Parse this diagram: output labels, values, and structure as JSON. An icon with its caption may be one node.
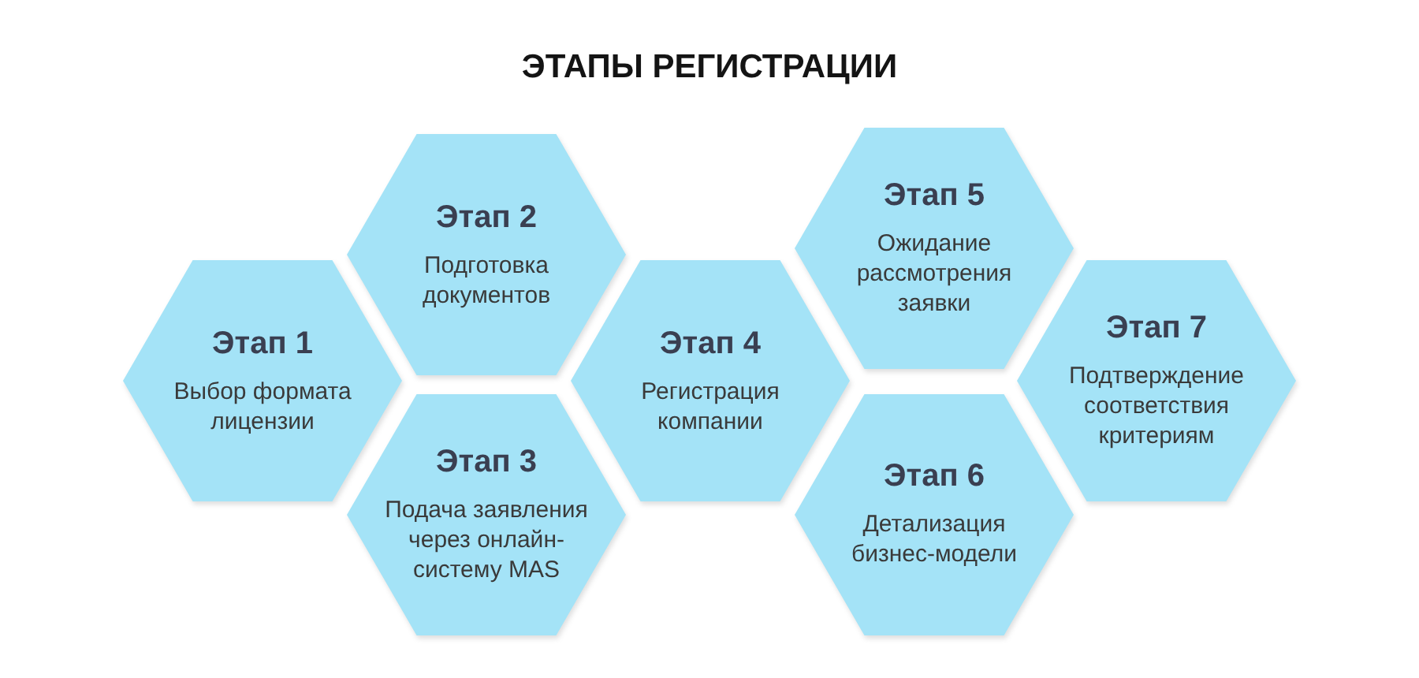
{
  "diagram": {
    "title": "ЭТАПЫ РЕГИСТРАЦИИ",
    "nodes": [
      {
        "text": [
          "Этап 1",
          "Выбор формата лицензии"
        ]
      },
      {
        "text": [
          "Этап 2",
          "Подготовка документов"
        ]
      },
      {
        "text": [
          "Этап 3",
          "Подача заявления через онлайн-систему MAS"
        ]
      },
      {
        "text": [
          "Этап 4",
          "Регистрация компании"
        ]
      },
      {
        "text": [
          "Этап 5",
          "Ожидание рассмотрения заявки"
        ]
      },
      {
        "text": [
          "Этап 6",
          "Детализация бизнес-модели"
        ]
      },
      {
        "text": [
          "Этап 7",
          "Подтверждение соответствия критериям"
        ]
      }
    ]
  }
}
